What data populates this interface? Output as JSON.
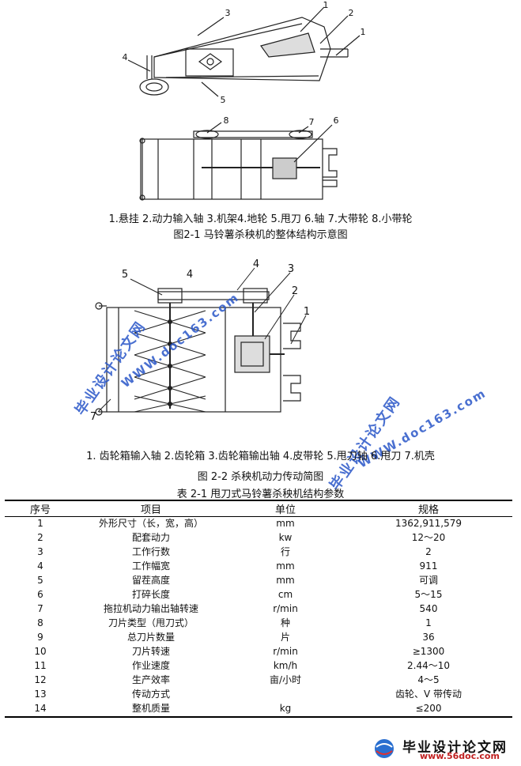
{
  "figure1": {
    "callouts": [
      "1",
      "2",
      "3",
      "4",
      "5",
      "1",
      "8",
      "7",
      "6"
    ],
    "legend": "1.悬挂 2.动力输入轴 3.机架4.地轮 5.甩刀 6.轴 7.大带轮 8.小带轮",
    "title": "图2-1 马铃薯杀秧机的整体结构示意图"
  },
  "figure2": {
    "callouts": [
      "5",
      "4",
      "3",
      "2",
      "1",
      "7"
    ],
    "legend": "1. 齿轮箱输入轴 2.齿轮箱 3.齿轮箱输出轴 4.皮带轮 5.甩刀轴 6.甩刀 7.机壳",
    "title": "图 2-2 杀秧机动力传动简图"
  },
  "watermarks": {
    "cn": "毕业设计论文网",
    "url": "WWW.doc163.com"
  },
  "table": {
    "title": "表 2-1   甩刀式马铃薯杀秧机结构参数",
    "headers": [
      "序号",
      "项目",
      "单位",
      "规格"
    ],
    "rows": [
      [
        "1",
        "外形尺寸（长，宽，高）",
        "mm",
        "1362,911,579"
      ],
      [
        "2",
        "配套动力",
        "kw",
        "12～20"
      ],
      [
        "3",
        "工作行数",
        "行",
        "2"
      ],
      [
        "4",
        "工作幅宽",
        "mm",
        "911"
      ],
      [
        "5",
        "留茬高度",
        "mm",
        "可调"
      ],
      [
        "6",
        "打碎长度",
        "cm",
        "5～15"
      ],
      [
        "7",
        "拖拉机动力输出轴转速",
        "r/min",
        "540"
      ],
      [
        "8",
        "刀片类型（甩刀式）",
        "种",
        "1"
      ],
      [
        "9",
        "总刀片数量",
        "片",
        "36"
      ],
      [
        "10",
        "刀片转速",
        "r/min",
        "≥1300"
      ],
      [
        "11",
        "作业速度",
        "km/h",
        "2.44～10"
      ],
      [
        "12",
        "生产效率",
        "亩/小时",
        "4～5"
      ],
      [
        "13",
        "传动方式",
        "",
        "齿轮、V 带传动"
      ],
      [
        "14",
        "整机质量",
        "kg",
        "≤200"
      ]
    ]
  },
  "footer": {
    "cn": "毕业设计论文网",
    "url": "www.56doc.com"
  }
}
